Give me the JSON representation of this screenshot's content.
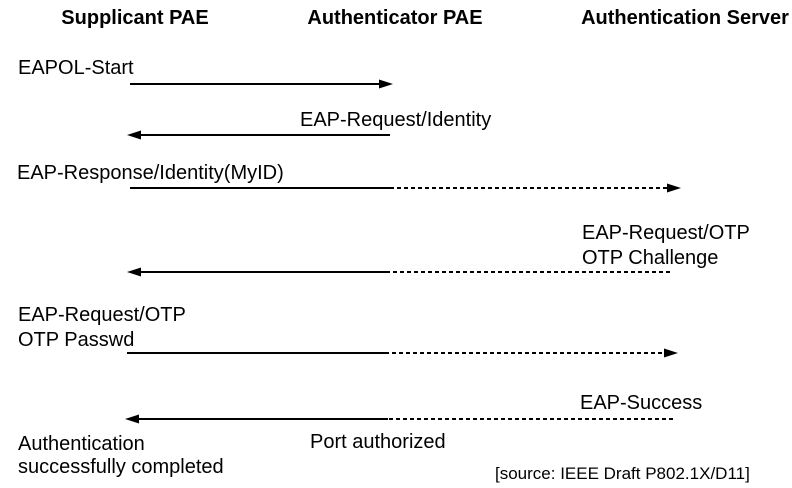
{
  "colors": {
    "background": "#ffffff",
    "ink": "#000000"
  },
  "actors": [
    {
      "label": "Supplicant PAE"
    },
    {
      "label": "Authenticator PAE"
    },
    {
      "label": "Authentication Server"
    }
  ],
  "messages": [
    {
      "label": "EAPOL-Start",
      "from": "Supplicant PAE",
      "to": "Authenticator PAE",
      "line": "solid"
    },
    {
      "label": "EAP-Request/Identity",
      "from": "Authenticator PAE",
      "to": "Supplicant PAE",
      "line": "solid"
    },
    {
      "label": "EAP-Response/Identity(MyID)",
      "from": "Supplicant PAE",
      "to": "Authentication Server",
      "line": "solid-then-dashed"
    },
    {
      "label": "EAP-Request/OTP",
      "label2": "OTP Challenge",
      "from": "Authentication Server",
      "to": "Supplicant PAE",
      "line": "dashed-then-solid"
    },
    {
      "label": "EAP-Request/OTP",
      "label2": "OTP Passwd",
      "from": "Supplicant PAE",
      "to": "Authentication Server",
      "line": "solid-then-dashed"
    },
    {
      "label": "EAP-Success",
      "from": "Authentication Server",
      "to": "Supplicant PAE",
      "line": "dashed-then-solid"
    }
  ],
  "annotations": {
    "port_authorized": "Port authorized",
    "completion_line1": "Authentication",
    "completion_line2": "successfully completed",
    "source": "[source: IEEE Draft P802.1X/D11]"
  }
}
